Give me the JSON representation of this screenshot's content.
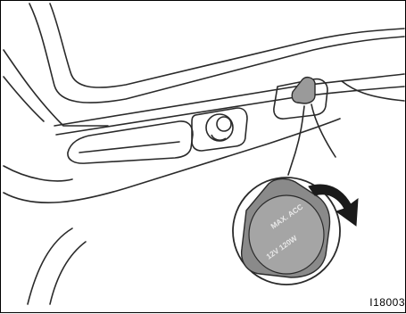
{
  "figure": {
    "id_label": "I18003",
    "callout_cap_text_line1": "MAX. ACC",
    "callout_cap_text_line2": "12V 120W",
    "colors": {
      "stroke": "#2a2a2a",
      "cap_fill": "#8a8a8a",
      "cap_face": "#a5a5a5",
      "arrow_fill": "#1a1a1a",
      "background": "#ffffff"
    },
    "icons": [
      "power-outlet-icon",
      "rotation-arrow-icon",
      "cap-icon"
    ]
  }
}
